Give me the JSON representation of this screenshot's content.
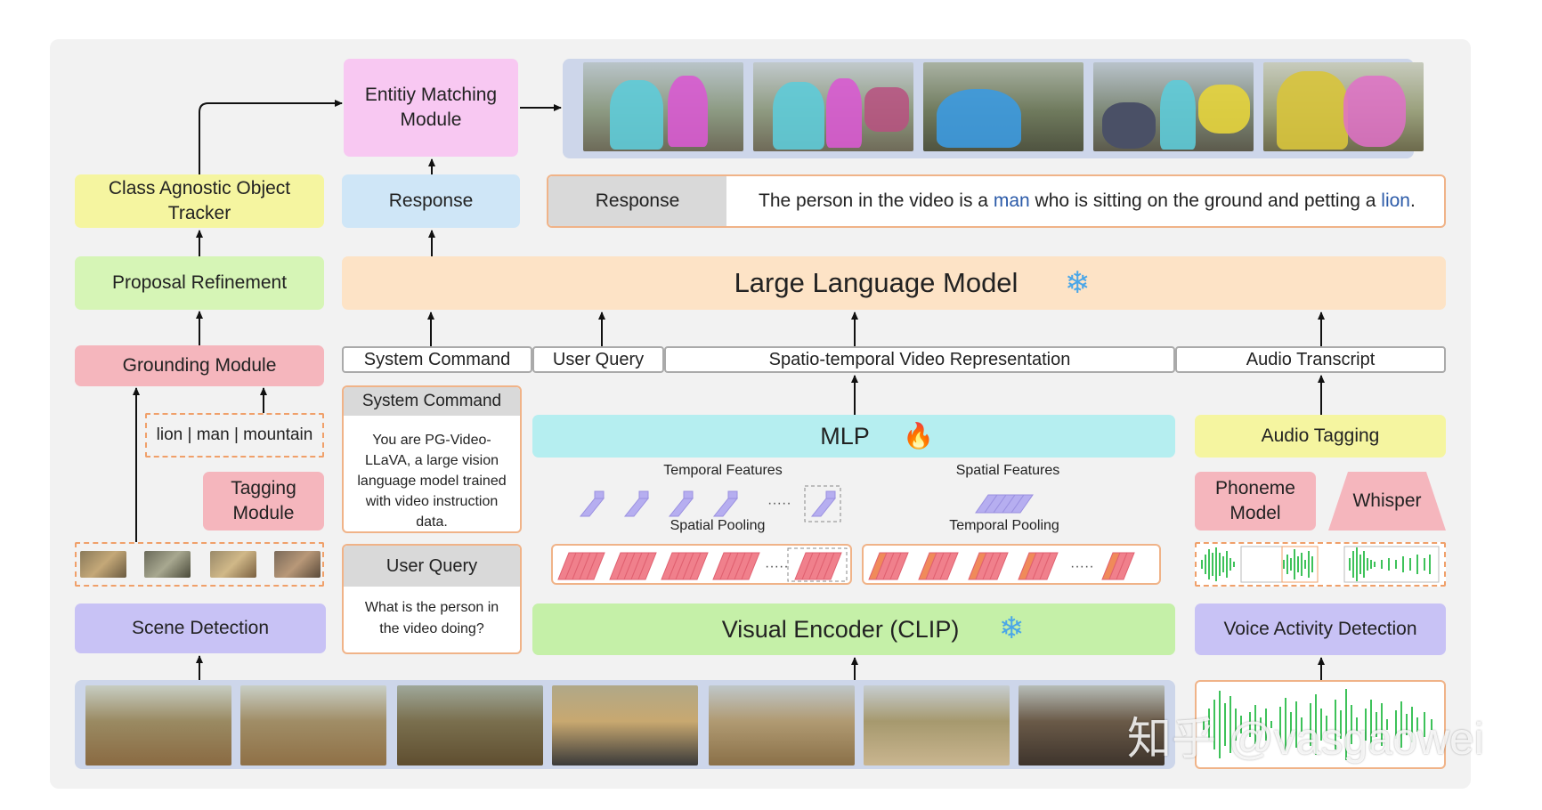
{
  "left": {
    "tracker": "Class Agnostic Object Tracker",
    "refinement": "Proposal Refinement",
    "grounding": "Grounding Module",
    "tags": "lion | man | mountain",
    "tagging": "Tagging Module",
    "scene": "Scene Detection"
  },
  "middle": {
    "entity_matching": "Entitiy Matching Module",
    "response": "Response",
    "sys_cmd_header": "System Command",
    "sys_cmd_body": "You are PG-Video-LLaVA, a large vision language model trained with video instruction data.",
    "user_query_header": "User Query",
    "user_query_body": "What is the person in the video doing?"
  },
  "response_bar": {
    "label": "Response",
    "text_before": "The person in the video is a ",
    "hl1": "man",
    "text_middle": " who is sitting on the ground and petting a ",
    "hl2": "lion",
    "text_after": "."
  },
  "llm": {
    "title": "Large Language Model"
  },
  "inputs": {
    "system_command": "System Command",
    "user_query": "User Query",
    "stvr": "Spatio-temporal Video Representation",
    "audio_transcript": "Audio Transcript"
  },
  "visual": {
    "mlp": "MLP",
    "temporal_features": "Temporal Features",
    "spatial_pooling": "Spatial Pooling",
    "spatial_features": "Spatial Features",
    "temporal_pooling": "Temporal Pooling",
    "encoder": "Visual Encoder (CLIP)"
  },
  "audio": {
    "audio_tagging": "Audio Tagging",
    "phoneme": "Phoneme Model",
    "whisper": "Whisper",
    "vad": "Voice Activity Detection"
  },
  "watermark": "知乎 @vasgaowei",
  "icons": {
    "snowflake": "❄",
    "fire": "🔥",
    "ellipsis": "·····"
  },
  "colors": {
    "highlight": "#2b5aa8",
    "feature_pink": "#f0808c",
    "feature_orange": "#f08a5a",
    "feature_purple": "#b6aef0",
    "wave_green": "#3ec25a"
  }
}
